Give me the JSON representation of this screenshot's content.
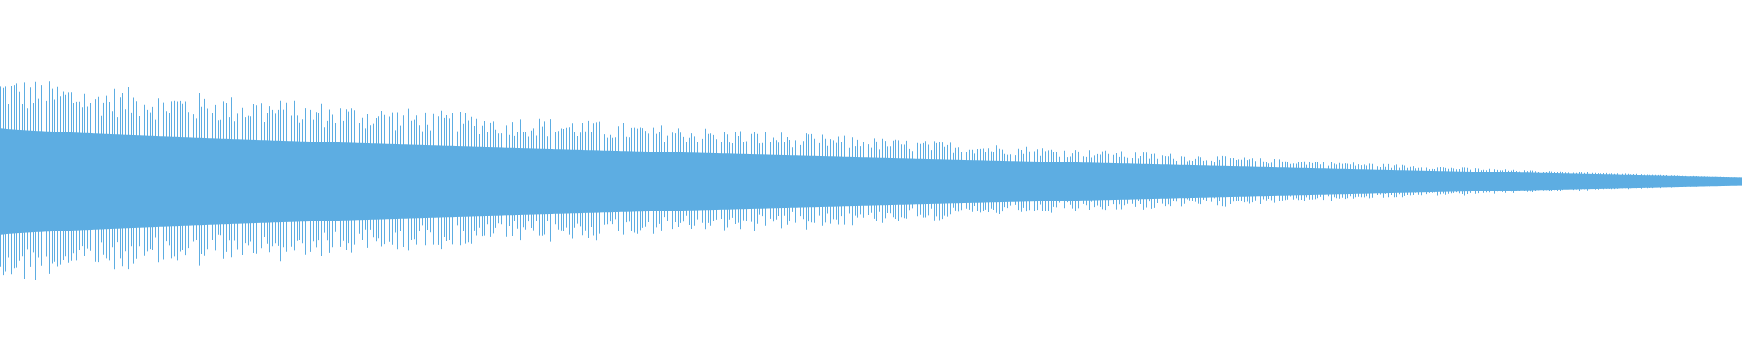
{
  "waveform": {
    "color": "#5DADE2",
    "background": "#FFFFFF",
    "envelope": {
      "start_amplitude": 0.155,
      "end_amplitude": 0.012,
      "decay": "gradual"
    },
    "spike_amplitude_start": 0.31
  }
}
